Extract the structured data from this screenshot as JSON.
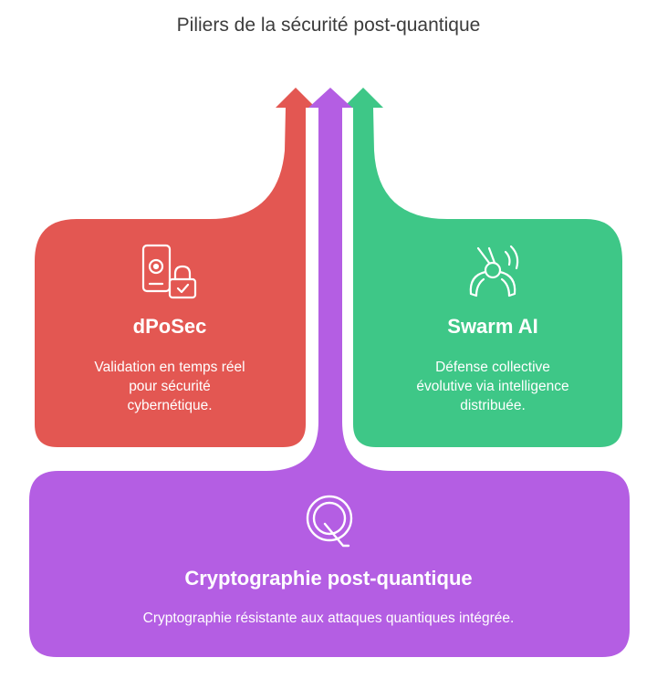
{
  "title": "Piliers de la sécurité post-quantique",
  "colors": {
    "red": "#e35752",
    "green": "#3ec787",
    "purple": "#b45ee3",
    "text_dark": "#3c3c3c",
    "text_light": "#ffffff"
  },
  "pillars": {
    "dposec": {
      "icon": "phone-lock-icon",
      "title": "dPoSec",
      "description_lines": [
        "Validation en temps réel",
        "pour sécurité",
        "cybernétique."
      ]
    },
    "swarm": {
      "icon": "robotic-arm-wireless-icon",
      "title": "Swarm AI",
      "description_lines": [
        "Défense collective",
        "évolutive via intelligence",
        "distribuée."
      ]
    },
    "crypto": {
      "icon": "letter-q-icon",
      "title": "Cryptographie post-quantique",
      "description_lines": [
        "Cryptographie résistante aux attaques quantiques intégrée."
      ]
    }
  }
}
